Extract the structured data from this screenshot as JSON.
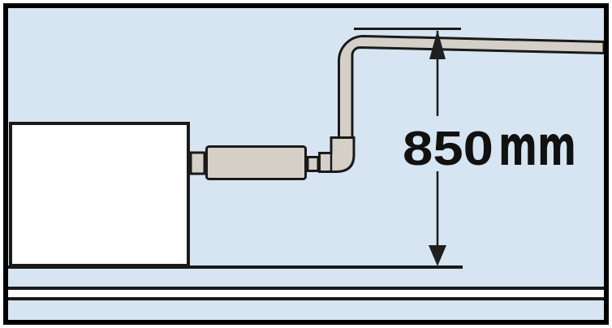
{
  "diagram": {
    "name": "exhaust-pipe-installation-height-diagram",
    "dimension": {
      "value": "850",
      "unit": "mm",
      "label": "850mm",
      "measured_from": "floor-line",
      "measured_to": "top-of-horizontal-exhaust-pipe"
    },
    "colors": {
      "background": "#d7e5f2",
      "duct": "#d4d0c8",
      "white": "#ffffff",
      "outline": "#1a1a1a",
      "arrow": "#1f1f1f",
      "frame": "#000000",
      "text": "#111111"
    }
  }
}
